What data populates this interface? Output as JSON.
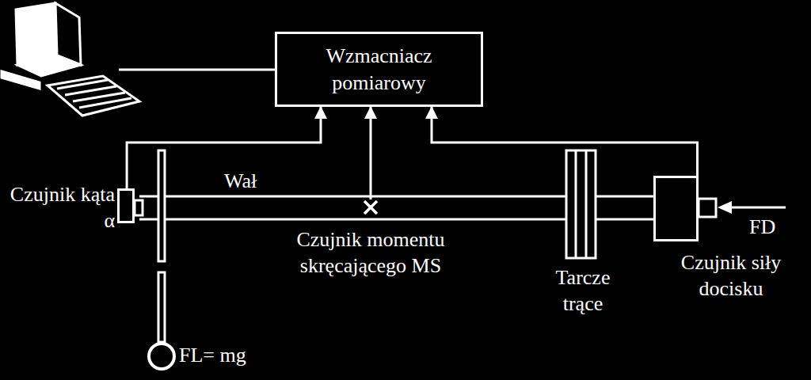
{
  "diagram": {
    "nodes": [
      {
        "text": [
          "Wzmacniacz pomiarowy"
        ]
      },
      {
        "text": [
          "Czujnik kąta α"
        ]
      },
      {
        "text": [
          "Czujnik momentu skręcającego MS"
        ]
      },
      {
        "text": [
          "Czujnik siły docisku"
        ]
      }
    ],
    "edges": [
      {
        "from": 1,
        "to": 0,
        "arrow": "to"
      },
      {
        "from": 2,
        "to": 0,
        "arrow": "to"
      },
      {
        "from": 3,
        "to": 0,
        "arrow": "to"
      }
    ],
    "labels": [
      "Wał",
      "FD",
      "FL= mg",
      "Tarcze trące"
    ]
  }
}
